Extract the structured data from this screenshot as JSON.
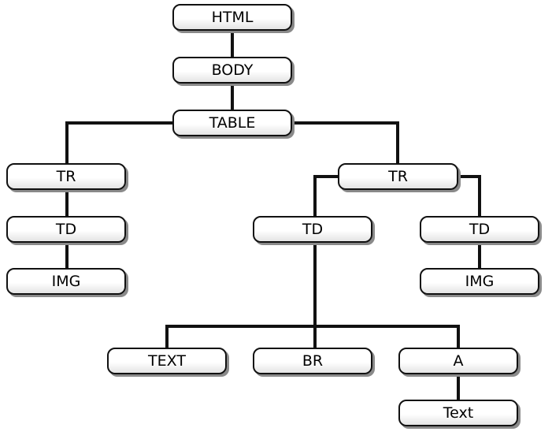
{
  "diagram": {
    "title": "",
    "nodes": [
      {
        "id": "html",
        "label": "HTML"
      },
      {
        "id": "body",
        "label": "BODY"
      },
      {
        "id": "table",
        "label": "TABLE"
      },
      {
        "id": "tr1",
        "label": "TR"
      },
      {
        "id": "td1",
        "label": "TD"
      },
      {
        "id": "img1",
        "label": "IMG"
      },
      {
        "id": "tr2",
        "label": "TR"
      },
      {
        "id": "td2",
        "label": "TD"
      },
      {
        "id": "td3",
        "label": "TD"
      },
      {
        "id": "img2",
        "label": "IMG"
      },
      {
        "id": "text1",
        "label": "TEXT"
      },
      {
        "id": "br",
        "label": "BR"
      },
      {
        "id": "a",
        "label": "A"
      },
      {
        "id": "text2",
        "label": "Text"
      }
    ],
    "edges": [
      {
        "from": "html",
        "to": "body"
      },
      {
        "from": "body",
        "to": "table"
      },
      {
        "from": "table",
        "to": "tr1"
      },
      {
        "from": "table",
        "to": "tr2"
      },
      {
        "from": "tr1",
        "to": "td1"
      },
      {
        "from": "td1",
        "to": "img1"
      },
      {
        "from": "tr2",
        "to": "td2"
      },
      {
        "from": "tr2",
        "to": "td3"
      },
      {
        "from": "td3",
        "to": "img2"
      },
      {
        "from": "td2",
        "to": "text1"
      },
      {
        "from": "td2",
        "to": "br"
      },
      {
        "from": "td2",
        "to": "a"
      },
      {
        "from": "a",
        "to": "text2"
      }
    ],
    "colors": {
      "line": "#111111",
      "node_fill": "#ffffff",
      "node_shadow": "#8a8a8a"
    }
  }
}
